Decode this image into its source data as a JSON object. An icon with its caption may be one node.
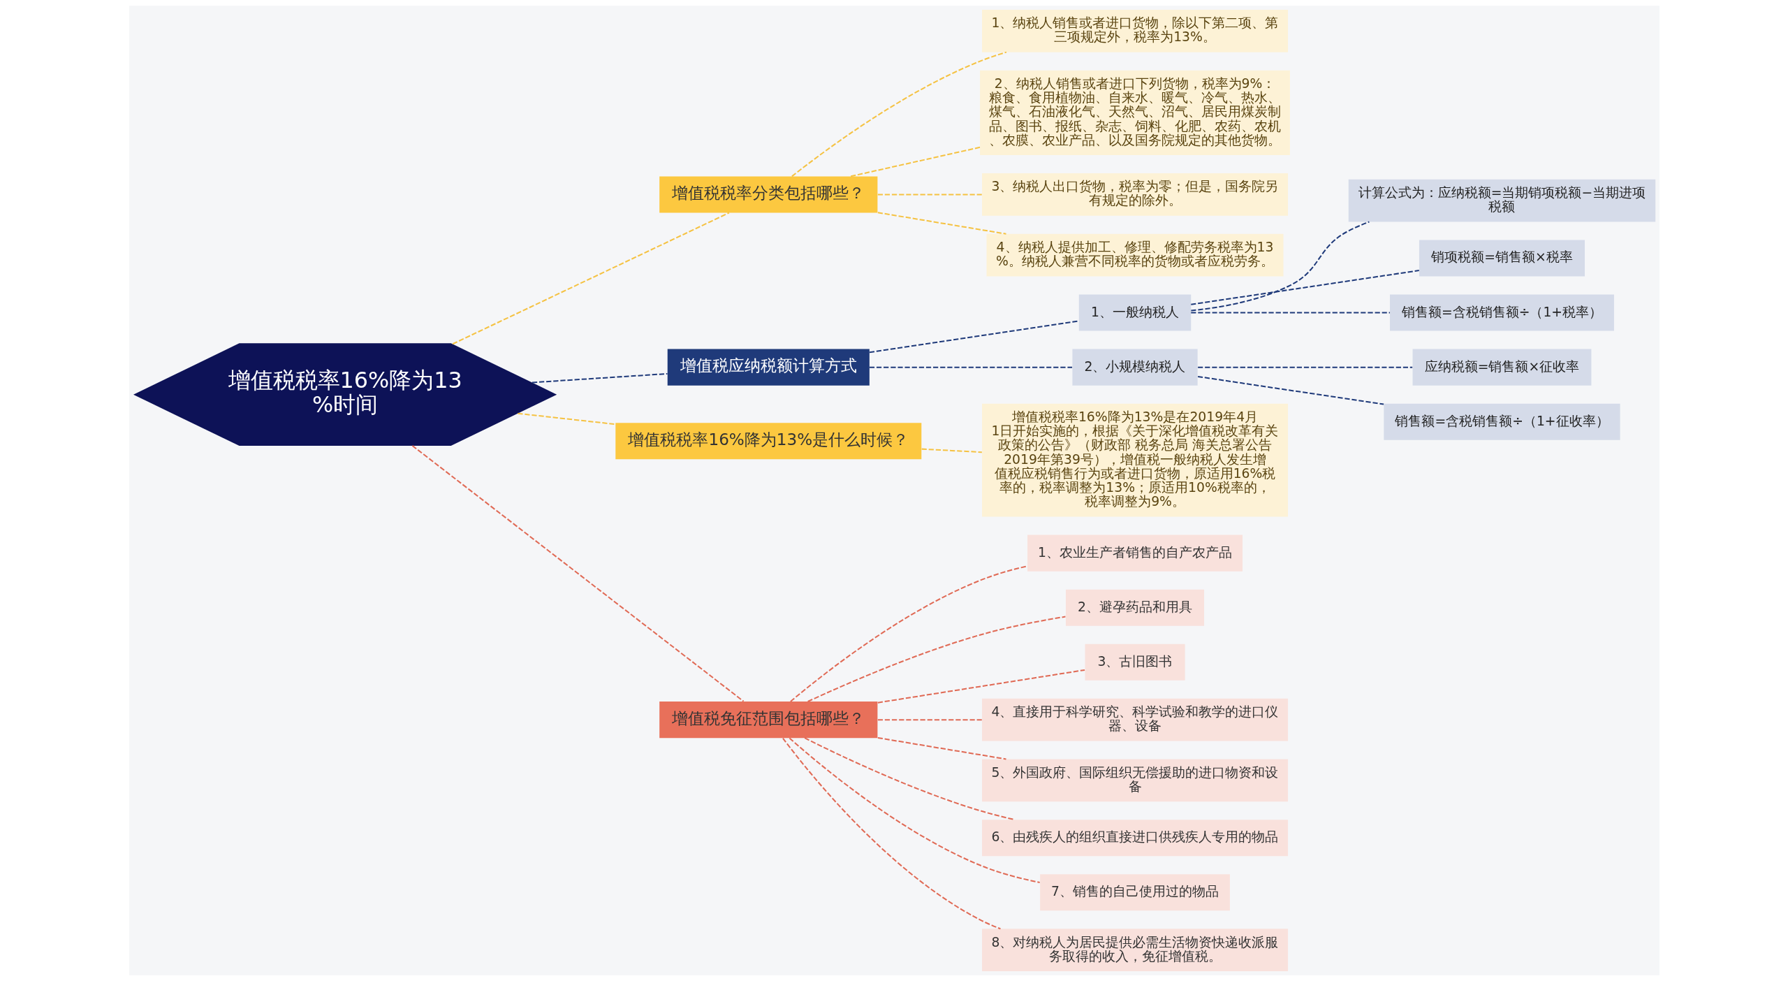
{
  "diagram": {
    "nodes": [
      {
        "text": [
          "增值税税率16%降为13%时间"
        ]
      },
      {
        "text": [
          "增值税税率分类包括哪些？"
        ]
      },
      {
        "text": [
          "1、纳税人销售或者进口货物，除以下第二项、第三项规定外，税率为13%。"
        ]
      },
      {
        "text": [
          "2、纳税人销售或者进口下列货物，税率为9%：粮食、食用植物油、自来水、暖气、冷气、热水、煤气、石油液化气、天然气、沼气、居民用煤炭制品、图书、报纸、杂志、饲料、化肥、农药、农机、农膜、农业产品、以及国务院规定的其他货物。"
        ]
      },
      {
        "text": [
          "3、纳税人出口货物，税率为零；但是，国务院另有规定的除外。"
        ]
      },
      {
        "text": [
          "4、纳税人提供加工、修理、修配劳务税率为13%。纳税人兼营不同税率的货物或者应税劳务。"
        ]
      },
      {
        "text": [
          "增值税应纳税额计算方式"
        ]
      },
      {
        "text": [
          "1、一般纳税人"
        ]
      },
      {
        "text": [
          "计算公式为：应纳税额=当期销项税额−当期进项税额"
        ]
      },
      {
        "text": [
          "销项税额=销售额×税率"
        ]
      },
      {
        "text": [
          "销售额=含税销售额÷（1+税率）"
        ]
      },
      {
        "text": [
          "2、小规模纳税人"
        ]
      },
      {
        "text": [
          "应纳税额=销售额×征收率"
        ]
      },
      {
        "text": [
          "销售额=含税销售额÷（1+征收率）"
        ]
      },
      {
        "text": [
          "增值税税率16%降为13%是什么时候？"
        ]
      },
      {
        "text": [
          "增值税税率16%降为13%是在2019年4月1日开始实施的，根据《关于深化增值税改革有关政策的公告》（财政部 税务总局 海关总署公告2019年第39号），增值税一般纳税人发生增值税应税销售行为或者进口货物，原适用16%税率的，税率调整为13%；原适用10%税率的，税率调整为9%。"
        ]
      },
      {
        "text": [
          "增值税免征范围包括哪些？"
        ]
      },
      {
        "text": [
          "1、农业生产者销售的自产农产品"
        ]
      },
      {
        "text": [
          "2、避孕药品和用具"
        ]
      },
      {
        "text": [
          "3、古旧图书"
        ]
      },
      {
        "text": [
          "4、直接用于科学研究、科学试验和教学的进口仪器、设备"
        ]
      },
      {
        "text": [
          "5、外国政府、国际组织无偿援助的进口物资和设备"
        ]
      },
      {
        "text": [
          "6、由残疾人的组织直接进口供残疾人专用的物品"
        ]
      },
      {
        "text": [
          "7、销售的自己使用过的物品"
        ]
      },
      {
        "text": [
          "8、对纳税人为居民提供必需生活物资快递收派服务取得的收入，免征增值税。"
        ]
      }
    ],
    "edges": [
      {
        "from": 0,
        "to": 1,
        "arrow": "none",
        "style": "dashed",
        "color": "#f5c242"
      },
      {
        "from": 1,
        "to": 2,
        "arrow": "none",
        "style": "dashed",
        "color": "#f5c242"
      },
      {
        "from": 1,
        "to": 3,
        "arrow": "none",
        "style": "dashed",
        "color": "#f5c242"
      },
      {
        "from": 1,
        "to": 4,
        "arrow": "none",
        "style": "dashed",
        "color": "#f5c242"
      },
      {
        "from": 1,
        "to": 5,
        "arrow": "none",
        "style": "dashed",
        "color": "#f5c242"
      },
      {
        "from": 0,
        "to": 6,
        "arrow": "none",
        "style": "dashed",
        "color": "#1f3a7a"
      },
      {
        "from": 6,
        "to": 7,
        "arrow": "none",
        "style": "dashed",
        "color": "#1f3a7a"
      },
      {
        "from": 7,
        "to": 8,
        "arrow": "none",
        "style": "dashed",
        "color": "#1f3a7a"
      },
      {
        "from": 7,
        "to": 9,
        "arrow": "none",
        "style": "dashed",
        "color": "#1f3a7a"
      },
      {
        "from": 7,
        "to": 10,
        "arrow": "none",
        "style": "dashed",
        "color": "#1f3a7a"
      },
      {
        "from": 6,
        "to": 11,
        "arrow": "none",
        "style": "dashed",
        "color": "#1f3a7a"
      },
      {
        "from": 11,
        "to": 12,
        "arrow": "none",
        "style": "dashed",
        "color": "#1f3a7a"
      },
      {
        "from": 11,
        "to": 13,
        "arrow": "none",
        "style": "dashed",
        "color": "#1f3a7a"
      },
      {
        "from": 0,
        "to": 14,
        "arrow": "none",
        "style": "dashed",
        "color": "#f5c242"
      },
      {
        "from": 14,
        "to": 15,
        "arrow": "none",
        "style": "dashed",
        "color": "#f5c242"
      },
      {
        "from": 0,
        "to": 16,
        "arrow": "none",
        "style": "dashed",
        "color": "#e06a55"
      },
      {
        "from": 16,
        "to": 17,
        "arrow": "none",
        "style": "dashed",
        "color": "#e06a55"
      },
      {
        "from": 16,
        "to": 18,
        "arrow": "none",
        "style": "dashed",
        "color": "#e06a55"
      },
      {
        "from": 16,
        "to": 19,
        "arrow": "none",
        "style": "dashed",
        "color": "#e06a55"
      },
      {
        "from": 16,
        "to": 20,
        "arrow": "none",
        "style": "dashed",
        "color": "#e06a55"
      },
      {
        "from": 16,
        "to": 21,
        "arrow": "none",
        "style": "dashed",
        "color": "#e06a55"
      },
      {
        "from": 16,
        "to": 22,
        "arrow": "none",
        "style": "dashed",
        "color": "#e06a55"
      },
      {
        "from": 16,
        "to": 23,
        "arrow": "none",
        "style": "dashed",
        "color": "#e06a55"
      },
      {
        "from": 16,
        "to": 24,
        "arrow": "none",
        "style": "dashed",
        "color": "#e06a55"
      }
    ]
  }
}
